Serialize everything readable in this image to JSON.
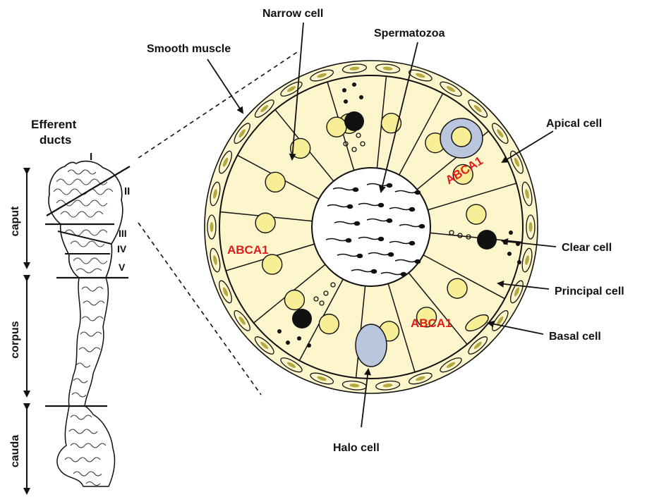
{
  "labels": {
    "efferent_line1": "Efferent",
    "efferent_line2": "ducts",
    "narrow_cell": "Narrow cell",
    "spermatozoa": "Spermatozoa",
    "smooth_muscle": "Smooth muscle",
    "apical_cell": "Apical cell",
    "clear_cell": "Clear cell",
    "principal_cell": "Principal cell",
    "basal_cell": "Basal cell",
    "halo_cell": "Halo cell"
  },
  "regions": {
    "caput": "caput",
    "corpus": "corpus",
    "cauda": "cauda"
  },
  "segments": [
    "I",
    "II",
    "III",
    "IV",
    "V"
  ],
  "markers": {
    "abca1_left": "ABCA1",
    "abca1_top_right": "ABCA1",
    "abca1_bottom": "ABCA1"
  },
  "colors": {
    "cytoplasm": "#fdf6cc",
    "nucleus": "#f7ee96",
    "halo": "#b9c6de",
    "marker": "#e31b1b",
    "outline": "#111111"
  }
}
